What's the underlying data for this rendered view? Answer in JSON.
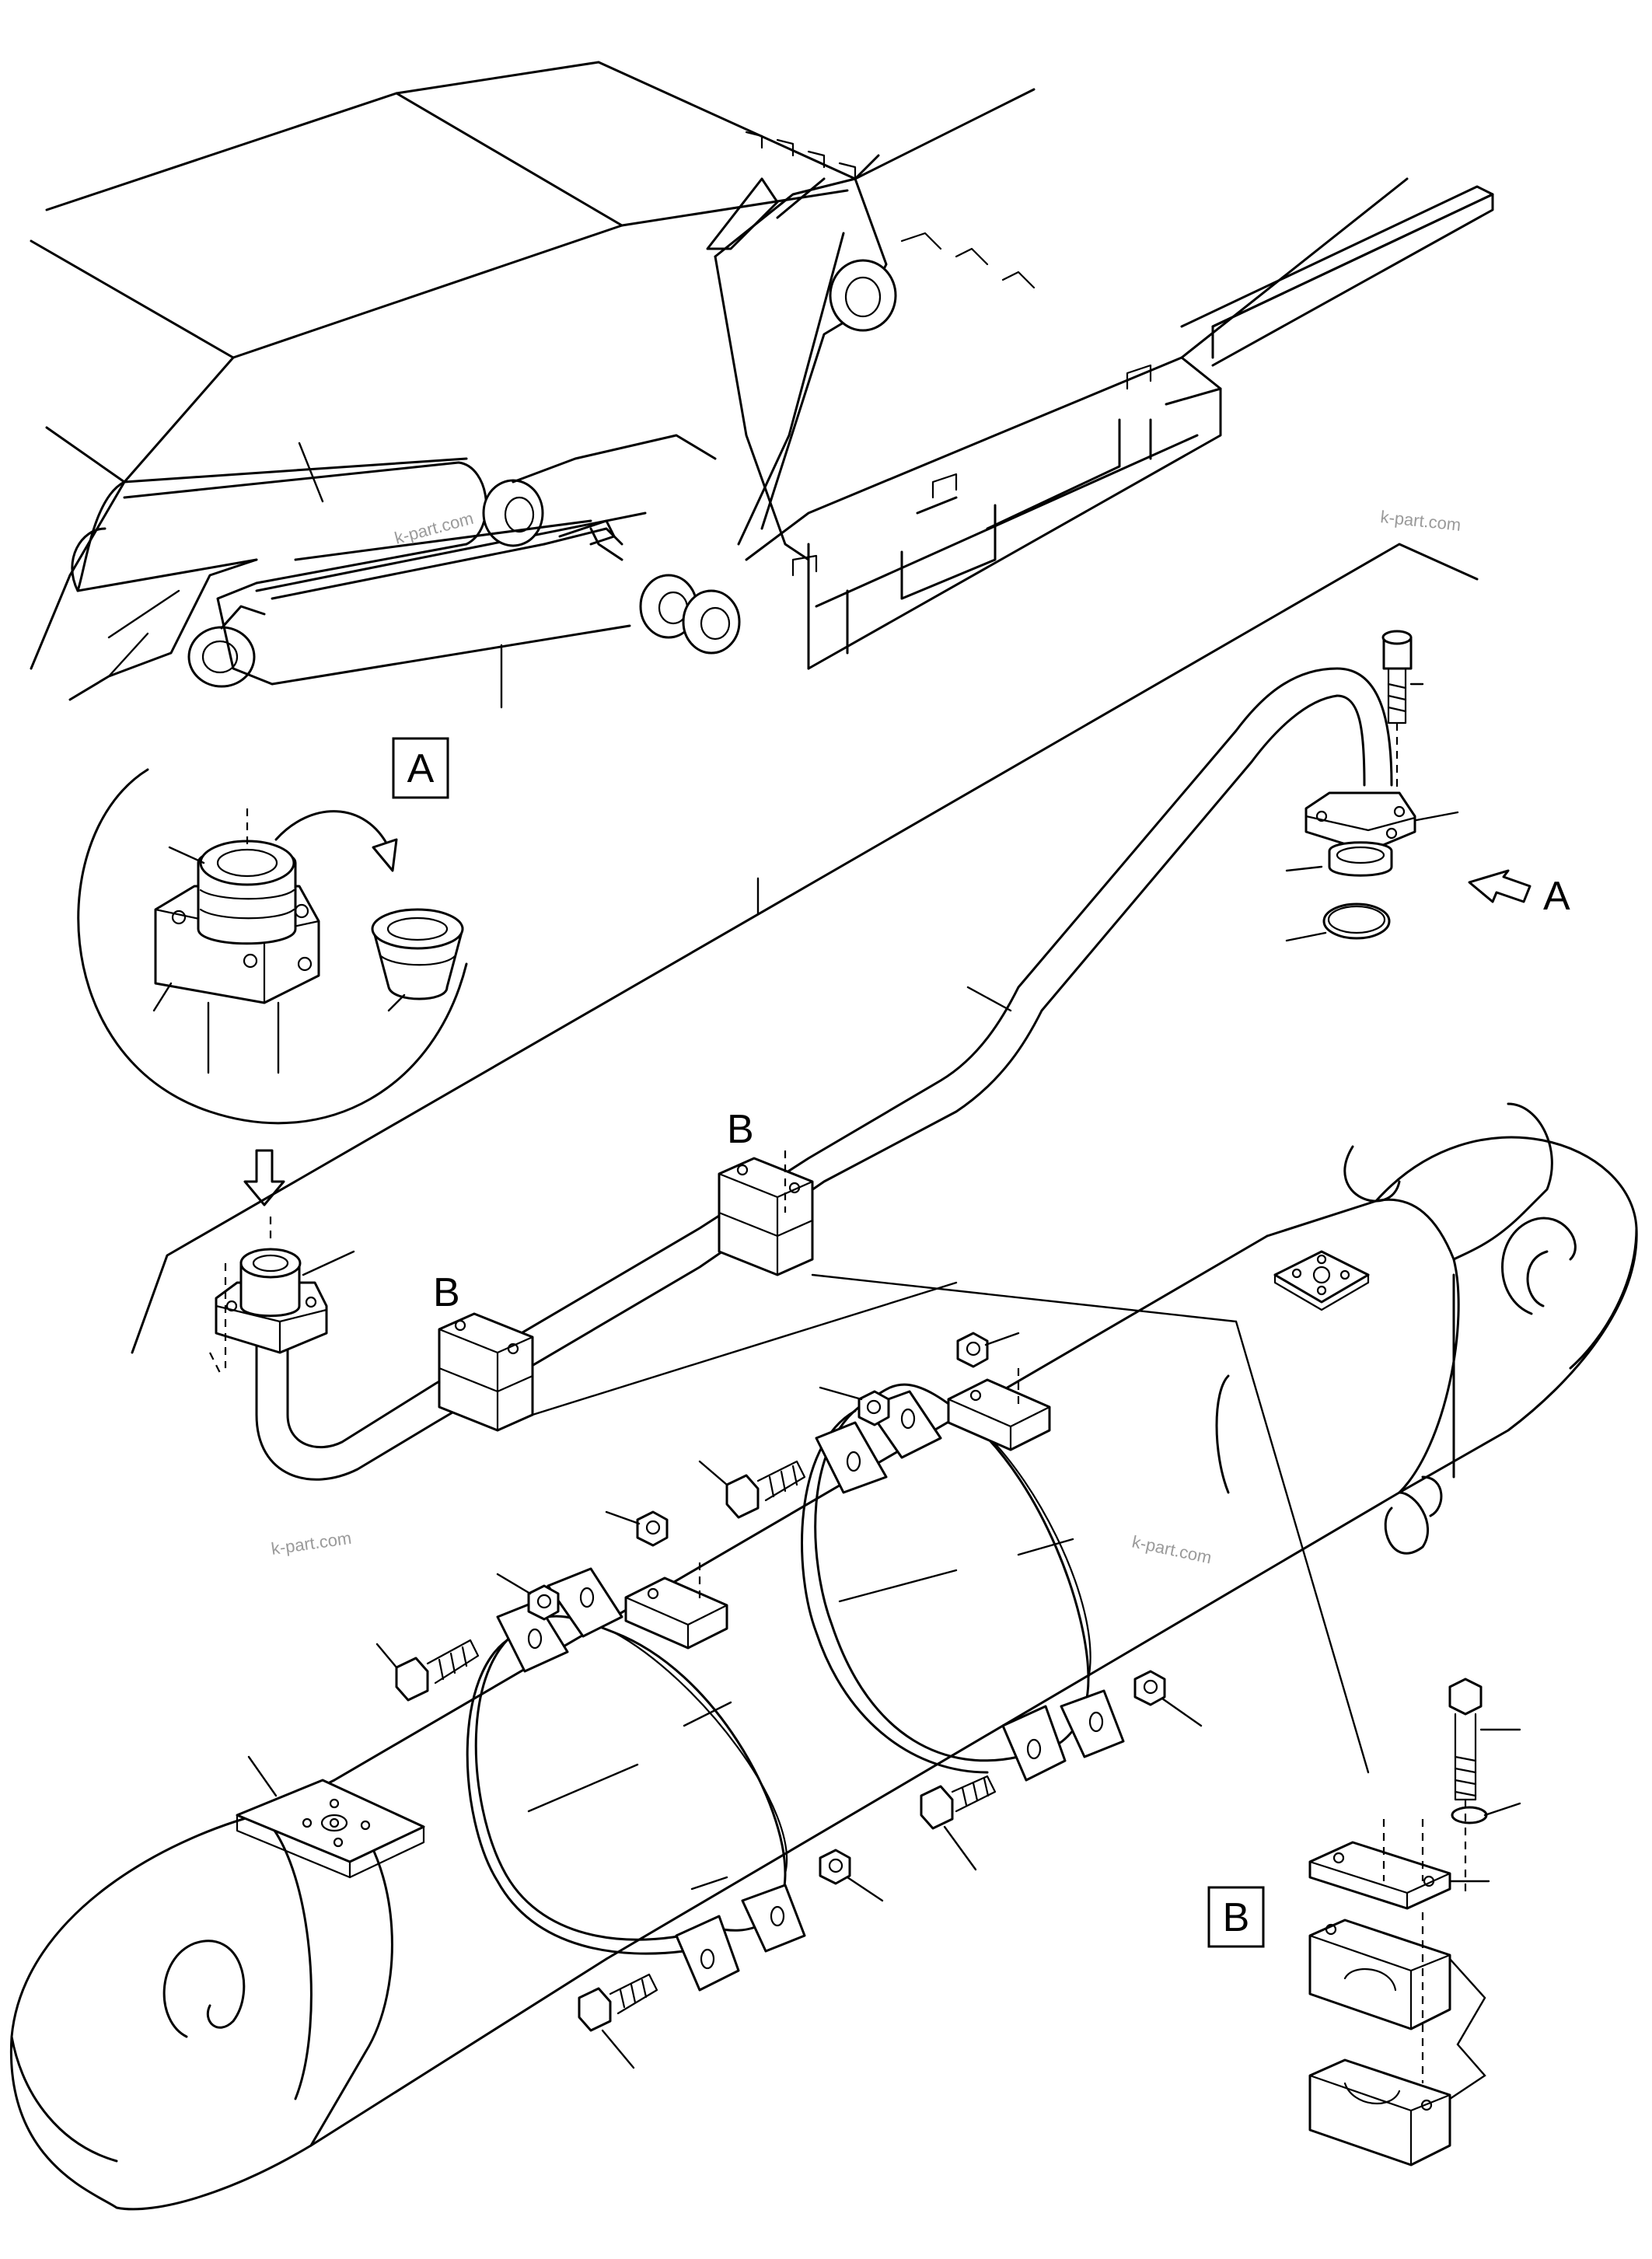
{
  "callouts": {
    "a_box": "A",
    "b_box": "B",
    "a_arrow": "A",
    "b_clamp_1": "B",
    "b_clamp_2": "B"
  },
  "watermarks": {
    "wm1": "k-part.com",
    "wm2": "k-part.com",
    "wm3": "k-part.com",
    "wm4": "k-part.com"
  },
  "colors": {
    "line": "#000000",
    "background": "#ffffff",
    "watermark": "#9a9a9a"
  }
}
